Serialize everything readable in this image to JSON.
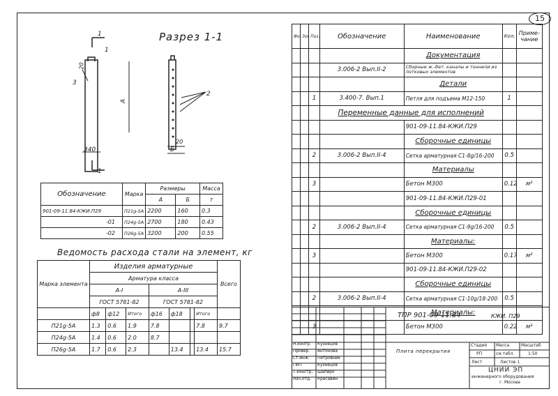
{
  "sheet_number": "15",
  "section": {
    "title": "Разрез 1-1",
    "cut_mark": "1",
    "dim_h": "А",
    "dim_w": "340",
    "dim_b": "Б",
    "dim_20": "20",
    "dim_20b": "20",
    "callouts": [
      "1",
      "2",
      "3"
    ]
  },
  "mini_table": {
    "h_designation": "Обозначение",
    "h_mark": "Марка",
    "h_sizes": "Размеры",
    "h_a": "А",
    "h_b": "Б",
    "h_mass": "Масса",
    "h_mass_unit": "т",
    "rows": [
      {
        "des": "901-09-11.84-КЖИ.П29",
        "mark": "П21g-5А",
        "a": "2200",
        "b": "160",
        "mass": "0.3"
      },
      {
        "des": "-01",
        "mark": "П24g-5А",
        "a": "2700",
        "b": "180",
        "mass": "0.43"
      },
      {
        "des": "-02",
        "mark": "П26g-5А",
        "a": "3200",
        "b": "200",
        "mass": "0.55"
      }
    ]
  },
  "steel": {
    "title": "Ведомость расхода стали на элемент, кг",
    "h_items": "Изделия арматурные",
    "h_reinf": "Арматура класса",
    "h_mark": "Марка элемента",
    "h_class1": "А-I",
    "h_class3": "А-III",
    "h_gost1": "ГОСТ 5781-82",
    "h_gost2": "ГОСТ 5781-82",
    "h_total": "Всего",
    "h_cols": [
      "ф8",
      "ф12",
      "Итого",
      "ф16",
      "ф18",
      "",
      "Итого"
    ],
    "rows": [
      {
        "mark": "П21g-5А",
        "v": [
          "1.3",
          "0.6",
          "1.9",
          "7.8",
          "",
          "",
          "7.8"
        ],
        "total": "9.7"
      },
      {
        "mark": "П24g-5А",
        "v": [
          "1.4",
          "0.6",
          "2.0",
          "8.7",
          "",
          "",
          ""
        ],
        "total": ""
      },
      {
        "mark": "П26g-5А",
        "v": [
          "1.7",
          "0.6",
          "2.3",
          "",
          "13.4",
          "",
          "13.4"
        ],
        "total": "15.7"
      }
    ]
  },
  "spec": {
    "h_format": "Формат",
    "h_zone": "Зона",
    "h_pos": "Поз.",
    "h_designation": "Обозначение",
    "h_name": "Наименование",
    "h_qty": "Кол.",
    "h_note": "Приме-чание",
    "rows": [
      {
        "pos": "",
        "des": "",
        "name": "Документация",
        "qty": "",
        "note": "",
        "hdr": true
      },
      {
        "pos": "",
        "des": "3.006-2  Вып.II-2",
        "name": "Сборные ж.-бет. каналы и тоннели из лотковых элементов",
        "qty": "",
        "note": "",
        "hdr": false
      },
      {
        "pos": "",
        "des": "",
        "name": "Детали",
        "qty": "",
        "note": "",
        "hdr": true
      },
      {
        "pos": "1",
        "des": "3.400-7.  Вып.1",
        "name": "Петля для подъема М12-150",
        "qty": "1",
        "note": "",
        "hdr": false
      },
      {
        "pos": "",
        "des": "Переменные данные для исполнений",
        "name": "",
        "qty": "",
        "note": "",
        "hdr": true,
        "span": true
      },
      {
        "pos": "",
        "des": "",
        "name": "901-09-11.84-КЖИ.П29",
        "qty": "",
        "note": "",
        "hdr": false
      },
      {
        "pos": "",
        "des": "",
        "name": "Сборочные единицы",
        "qty": "",
        "note": "",
        "hdr": true
      },
      {
        "pos": "2",
        "des": "3.006-2  Вып.II-4",
        "name": "Сетка арматурная С1-8g/16-200",
        "qty": "0.5",
        "note": "",
        "hdr": false
      },
      {
        "pos": "",
        "des": "",
        "name": "Материалы",
        "qty": "",
        "note": "",
        "hdr": true
      },
      {
        "pos": "3",
        "des": "",
        "name": "Бетон  М300",
        "qty": "0.12",
        "note": "м³",
        "hdr": false
      },
      {
        "pos": "",
        "des": "",
        "name": "901-09-11.84-КЖИ.П29-01",
        "qty": "",
        "note": "",
        "hdr": false
      },
      {
        "pos": "",
        "des": "",
        "name": "Сборочные единицы",
        "qty": "",
        "note": "",
        "hdr": true
      },
      {
        "pos": "2",
        "des": "3.006-2  Вып.II-4",
        "name": "Сетка арматурная С1-9g/16-200",
        "qty": "0.5",
        "note": "",
        "hdr": false
      },
      {
        "pos": "",
        "des": "",
        "name": "Материалы:",
        "qty": "",
        "note": "",
        "hdr": true
      },
      {
        "pos": "3",
        "des": "",
        "name": "Бетон  М300",
        "qty": "0.17",
        "note": "м³",
        "hdr": false
      },
      {
        "pos": "",
        "des": "",
        "name": "901-09-11.84-КЖИ.П29-02",
        "qty": "",
        "note": "",
        "hdr": false
      },
      {
        "pos": "",
        "des": "",
        "name": "Сборочные единицы",
        "qty": "",
        "note": "",
        "hdr": true
      },
      {
        "pos": "2",
        "des": "3.006-2  Вып.II-4",
        "name": "Сетка арматурная С1-10g/18-200",
        "qty": "0.5",
        "note": "",
        "hdr": false
      },
      {
        "pos": "",
        "des": "",
        "name": "Материалы:",
        "qty": "",
        "note": "",
        "hdr": true
      },
      {
        "pos": "3",
        "des": "",
        "name": "Бетон  М300",
        "qty": "0.22",
        "note": "м³",
        "hdr": false
      }
    ]
  },
  "stamp": {
    "doc_code": "ТПР 901-09-11.84",
    "sheet_code": "КЖИ. П29",
    "title": "Плита перекрытия",
    "h_stage": "Стадия",
    "h_mass": "Масса",
    "h_scale": "Масштаб",
    "stage": "РП",
    "mass": "см.табл.",
    "scale": "1:50",
    "sheet_label": "Лист",
    "sheets_label": "Листов 1",
    "org1": "ЦНИИ ЭП",
    "org2": "инженерного оборудования",
    "org3": "г. Москва",
    "people": [
      {
        "role": "Н.контр.",
        "name": "Кузнецов"
      },
      {
        "role": "Провер.",
        "name": "Антонова"
      },
      {
        "role": "Ст.инж.",
        "name": "Петровник"
      },
      {
        "role": "ГИП",
        "name": "Кузнецов"
      },
      {
        "role": "Т.констр.",
        "name": "Шапиро"
      },
      {
        "role": "Нач.отд.",
        "name": "Красавин"
      }
    ]
  }
}
